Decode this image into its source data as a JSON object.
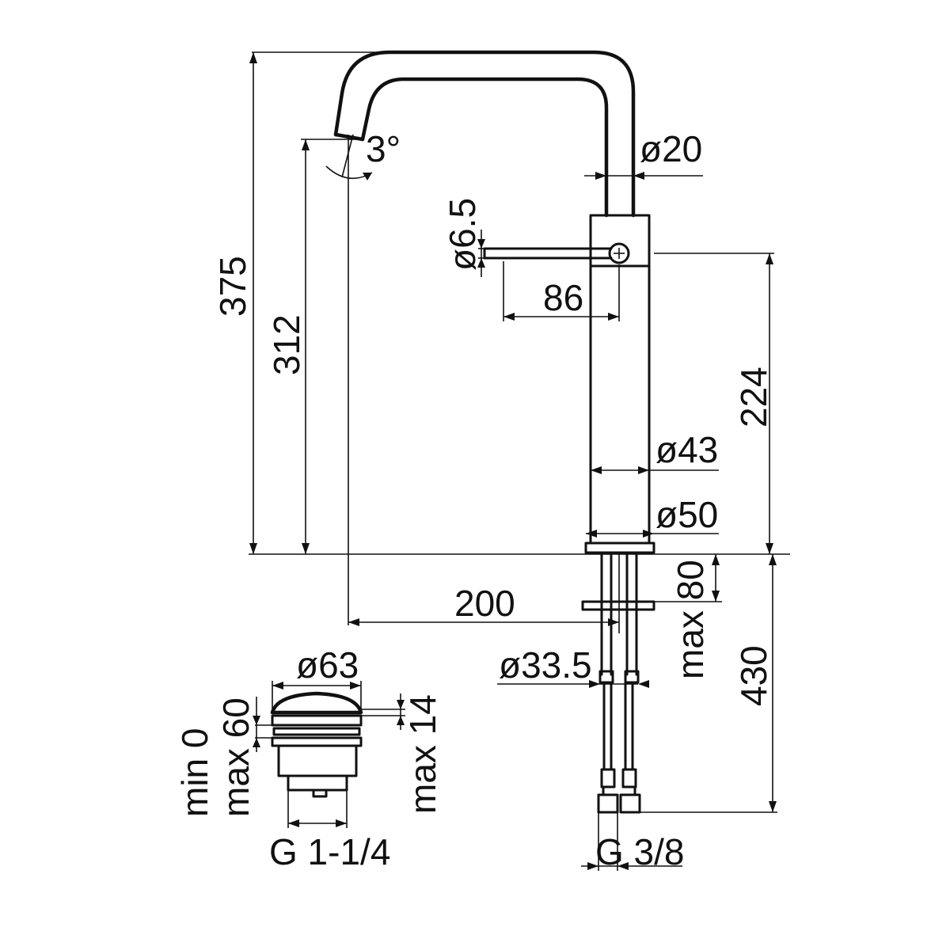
{
  "labels": {
    "d20": "ø20",
    "d6_5": "ø6.5",
    "len86": "86",
    "angle3": "3°",
    "h375": "375",
    "h312": "312",
    "h224": "224",
    "d43": "ø43",
    "d50": "ø50",
    "len200": "200",
    "max80": "max 80",
    "h430": "430",
    "d33_5": "ø33.5",
    "d63": "ø63",
    "max14": "max 14",
    "min0": "min 0",
    "max60": "max 60",
    "g1_1_4": "G 1-1/4",
    "g3_8": "G 3/8"
  }
}
